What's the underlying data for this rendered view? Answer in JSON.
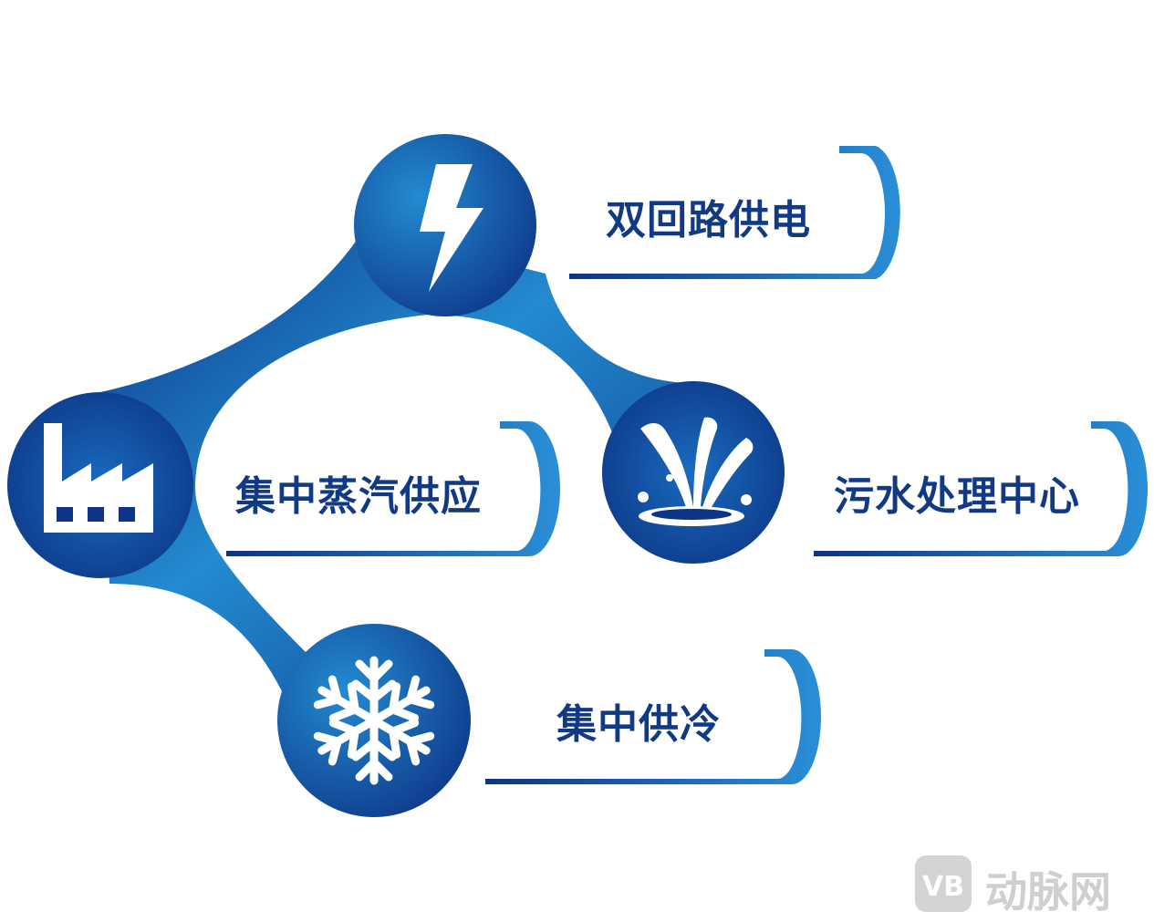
{
  "services": [
    {
      "id": "power",
      "label": "双回路供电",
      "icon": "lightning-icon"
    },
    {
      "id": "steam",
      "label": "集中蒸汽供应",
      "icon": "factory-icon"
    },
    {
      "id": "sewage",
      "label": "污水处理中心",
      "icon": "water-splash-icon"
    },
    {
      "id": "cooling",
      "label": "集中供冷",
      "icon": "snowflake-icon"
    }
  ],
  "watermark": {
    "logo_text": "VB",
    "text": "动脉网"
  },
  "colors": {
    "dark_blue": "#0d3486",
    "mid_blue": "#1560ae",
    "light_blue": "#238bd1",
    "text_blue": "#123a84",
    "watermark_gray": "#cfcfcf"
  }
}
